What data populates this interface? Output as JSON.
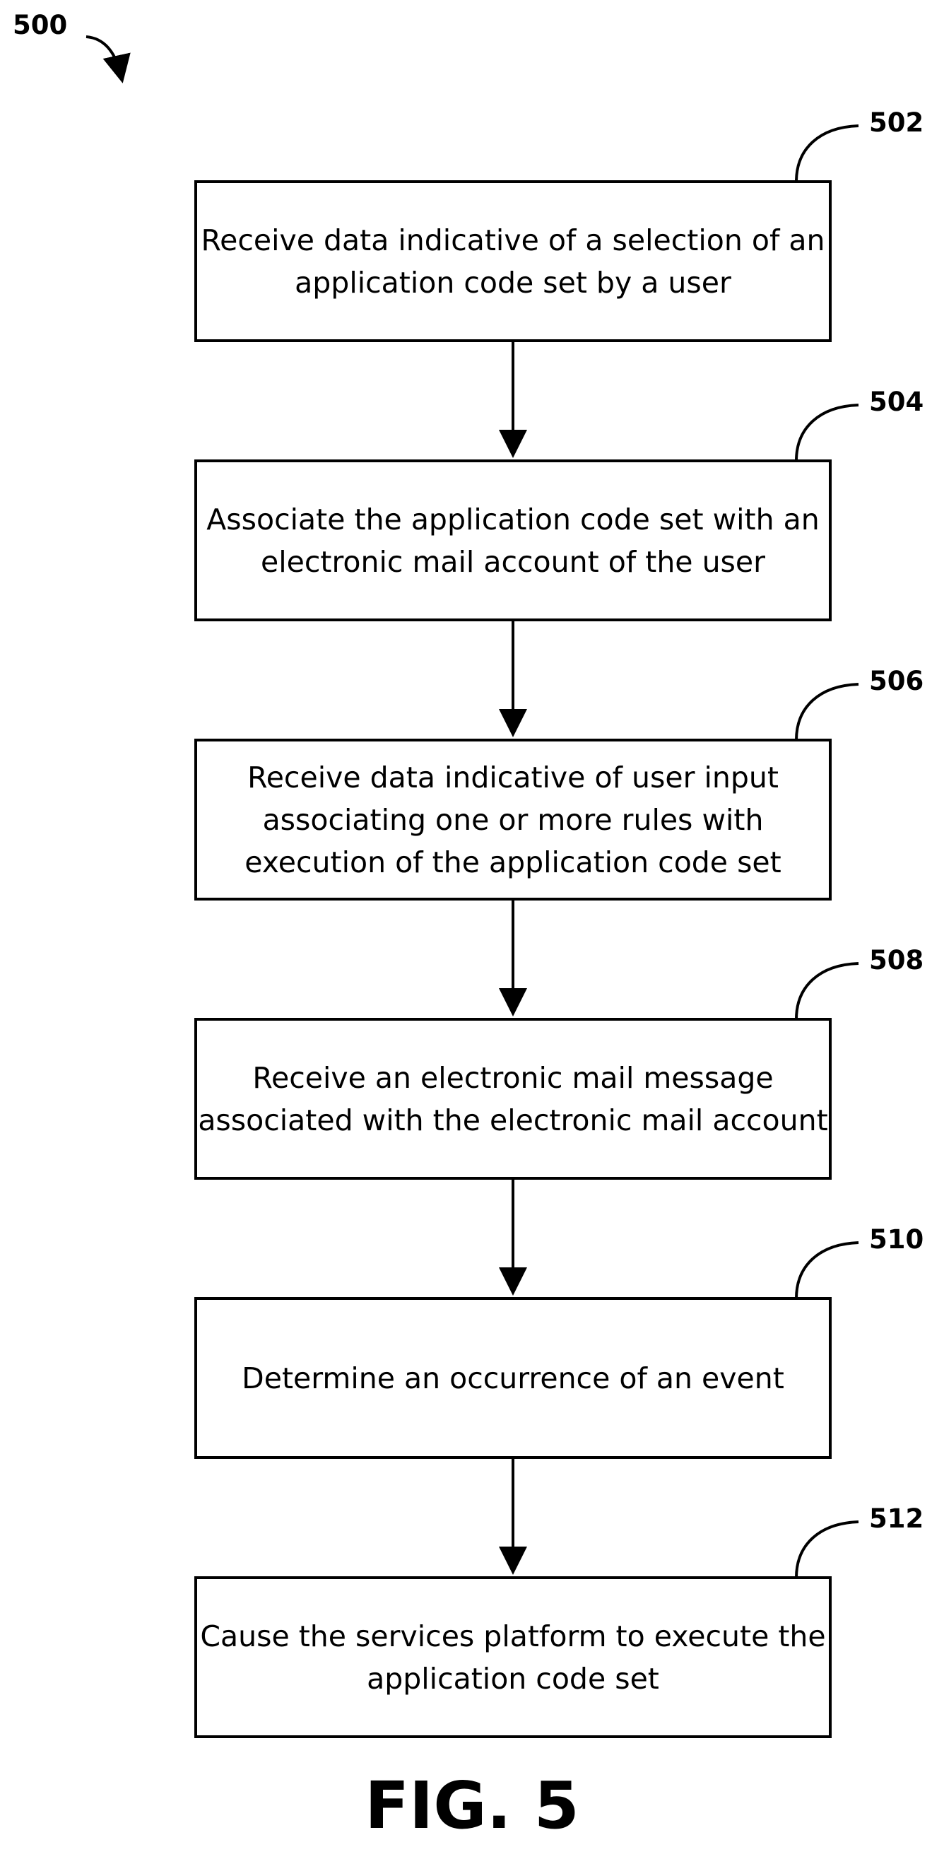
{
  "diagram": {
    "figure_ref": "500",
    "caption": "FIG. 5",
    "steps": [
      {
        "ref": "502",
        "text": "Receive data indicative of a selection of an\napplication code set by a user"
      },
      {
        "ref": "504",
        "text": "Associate the application code set with an\nelectronic mail account of the user"
      },
      {
        "ref": "506",
        "text": "Receive data indicative of user input\nassociating one or more rules with\nexecution of the application code set"
      },
      {
        "ref": "508",
        "text": "Receive an electronic mail message\nassociated with the electronic mail account"
      },
      {
        "ref": "510",
        "text": "Determine an occurrence of an event"
      },
      {
        "ref": "512",
        "text": "Cause the services platform to execute the\napplication code set"
      }
    ]
  }
}
